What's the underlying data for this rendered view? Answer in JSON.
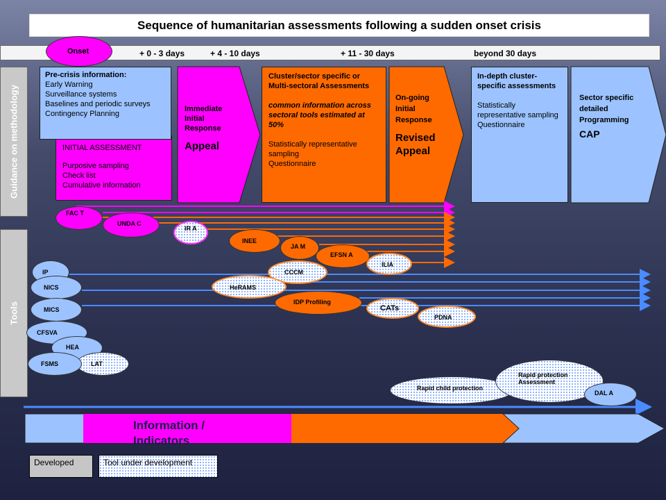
{
  "title": "Sequence of humanitarian assessments following a sudden onset crisis",
  "timeline": {
    "onset": "Onset",
    "periods": [
      "+ 0 - 3 days",
      "+ 4 - 10 days",
      "+ 11 - 30 days",
      "beyond 30 days"
    ]
  },
  "side_labels": {
    "guidance": "Guidance on methodology",
    "tools": "Tools"
  },
  "boxes": {
    "precrisis": {
      "title": "Pre-crisis information:",
      "lines": [
        "Early Warning",
        "Surveillance systems",
        "Baselines and periodic surveys",
        "Contingency Planning"
      ]
    },
    "initial": {
      "title": "INITIAL ASSESSMENT",
      "lines": [
        "Purposive sampling",
        "Check list",
        "Cumulative information"
      ]
    },
    "immediate": {
      "title": "Immediate Initial Response",
      "emph": "Appeal"
    },
    "cluster": {
      "title": "Cluster/sector specific or Multi-sectoral Assessments",
      "italic": "common information across sectoral tools estimated at 50%",
      "lines": [
        "Statistically representative sampling",
        "Questionnaire"
      ]
    },
    "ongoing": {
      "title": "On-going Initial Response",
      "emph": "Revised Appeal"
    },
    "indepth": {
      "title": "In-depth cluster-specific assessments",
      "lines": [
        "Statistically representative sampling",
        "Questionnaire"
      ]
    },
    "sector": {
      "title": "Sector specific detailed Programming",
      "emph": "CAP"
    }
  },
  "tools": {
    "fact": "FAC T",
    "undac": "UNDA C",
    "ira": "IR A",
    "inee": "INEE",
    "jam": "JA M",
    "efsna": "EFSN A",
    "cccm": "CCCM",
    "ilia": "ILIA",
    "herams": "HeRAMS",
    "idp": "IDP Profiling",
    "cats": "CATs",
    "pdna": "PDNA",
    "ip": "IP",
    "nics": "NICS",
    "mics": "MICS",
    "cfsva": "CFSVA",
    "hea": "HEA",
    "fsms": "FSMS",
    "lat": "LAT",
    "rapid_child": "Rapid child protection",
    "rapid_protection": "Rapid protection Assessment",
    "dala": "DAL A"
  },
  "info_bar": "Information / Indicators",
  "legend": {
    "developed": "Developed",
    "under_dev": "Tool under development"
  },
  "colors": {
    "magenta": "#ff00ff",
    "orange": "#ff6a00",
    "blue": "#9cc3ff",
    "arrow_blue": "#4a8cff"
  }
}
